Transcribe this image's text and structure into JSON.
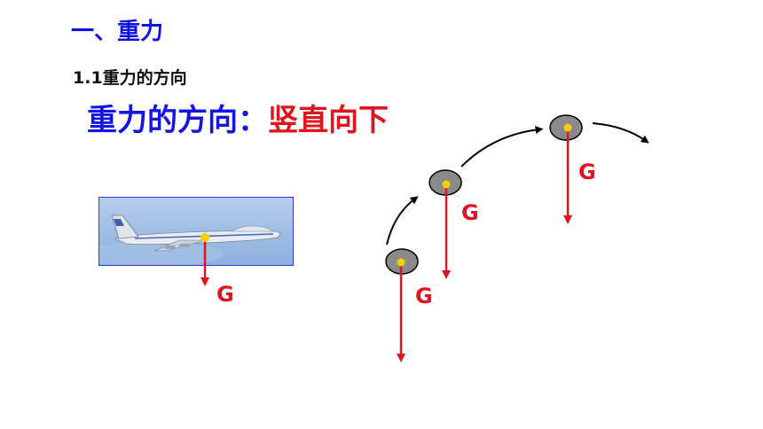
{
  "heading": "一、重力",
  "subheading": "1.1重力的方向",
  "statement": {
    "label": "重力的方向：",
    "answer": "竖直向下"
  },
  "force_label": "G",
  "colors": {
    "heading_blue": "#1010e0",
    "force_red": "#e0141e",
    "center_of_gravity": "#f5d000",
    "ball_gray": "#8a8a8a"
  }
}
